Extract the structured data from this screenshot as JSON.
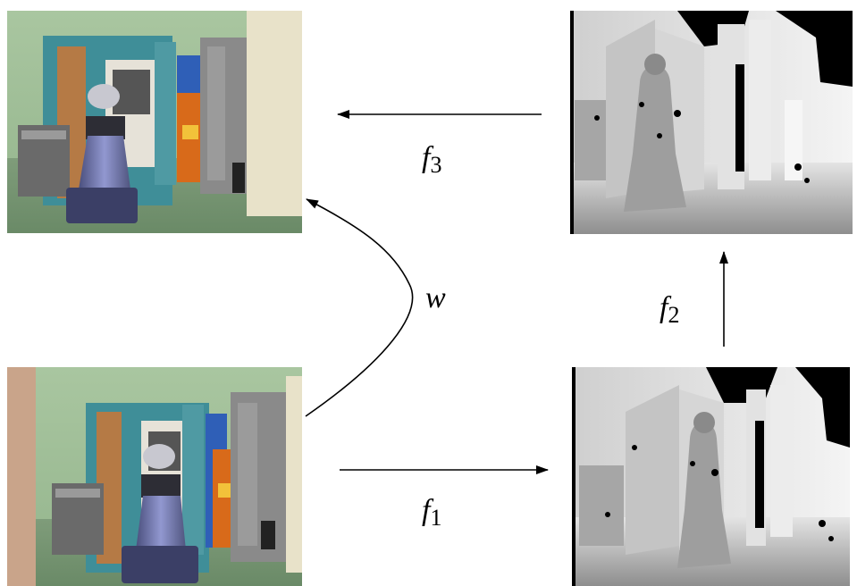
{
  "labels": {
    "f1": {
      "base": "f",
      "sub": "1"
    },
    "f2": {
      "base": "f",
      "sub": "2"
    },
    "f3": {
      "base": "f",
      "sub": "3"
    },
    "w": "w"
  },
  "panels": [
    {
      "id": "rgb-top-left",
      "kind": "rgb-photo"
    },
    {
      "id": "depth-top-right",
      "kind": "depth-map"
    },
    {
      "id": "rgb-bottom-left",
      "kind": "rgb-photo"
    },
    {
      "id": "depth-bottom-right",
      "kind": "depth-map"
    }
  ],
  "colors": {
    "arrow": "#000000",
    "background": "#ffffff"
  }
}
